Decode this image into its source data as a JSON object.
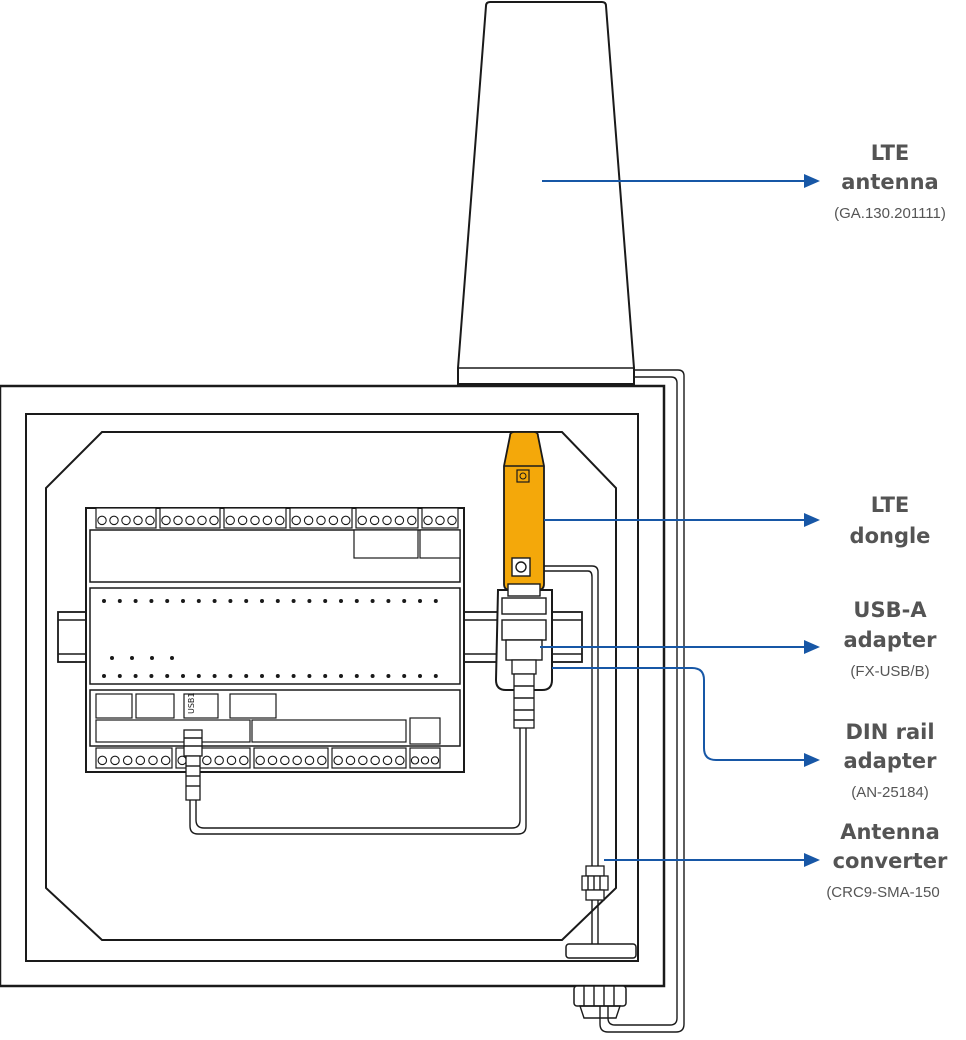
{
  "labels": {
    "lte_antenna": {
      "line1": "LTE",
      "line2": "antenna",
      "code": "(GA.130.201111)"
    },
    "lte_dongle": {
      "line1": "LTE",
      "line2": "dongle"
    },
    "usb_adapter": {
      "line1": "USB-A",
      "line2": "adapter",
      "code": "(FX-USB/B)"
    },
    "din_adapter": {
      "line1": "DIN rail",
      "line2": "adapter",
      "code": "(AN-25184)"
    },
    "antenna_converter": {
      "line1": "Antenna",
      "line2": "converter",
      "code": "(CRC9-SMA-150"
    }
  },
  "device": {
    "usb_port_label": "USB1"
  },
  "colors": {
    "dongle": "#F4A80A",
    "arrow": "#1757A6",
    "outline": "#1A1A1A",
    "label": "#545454"
  }
}
